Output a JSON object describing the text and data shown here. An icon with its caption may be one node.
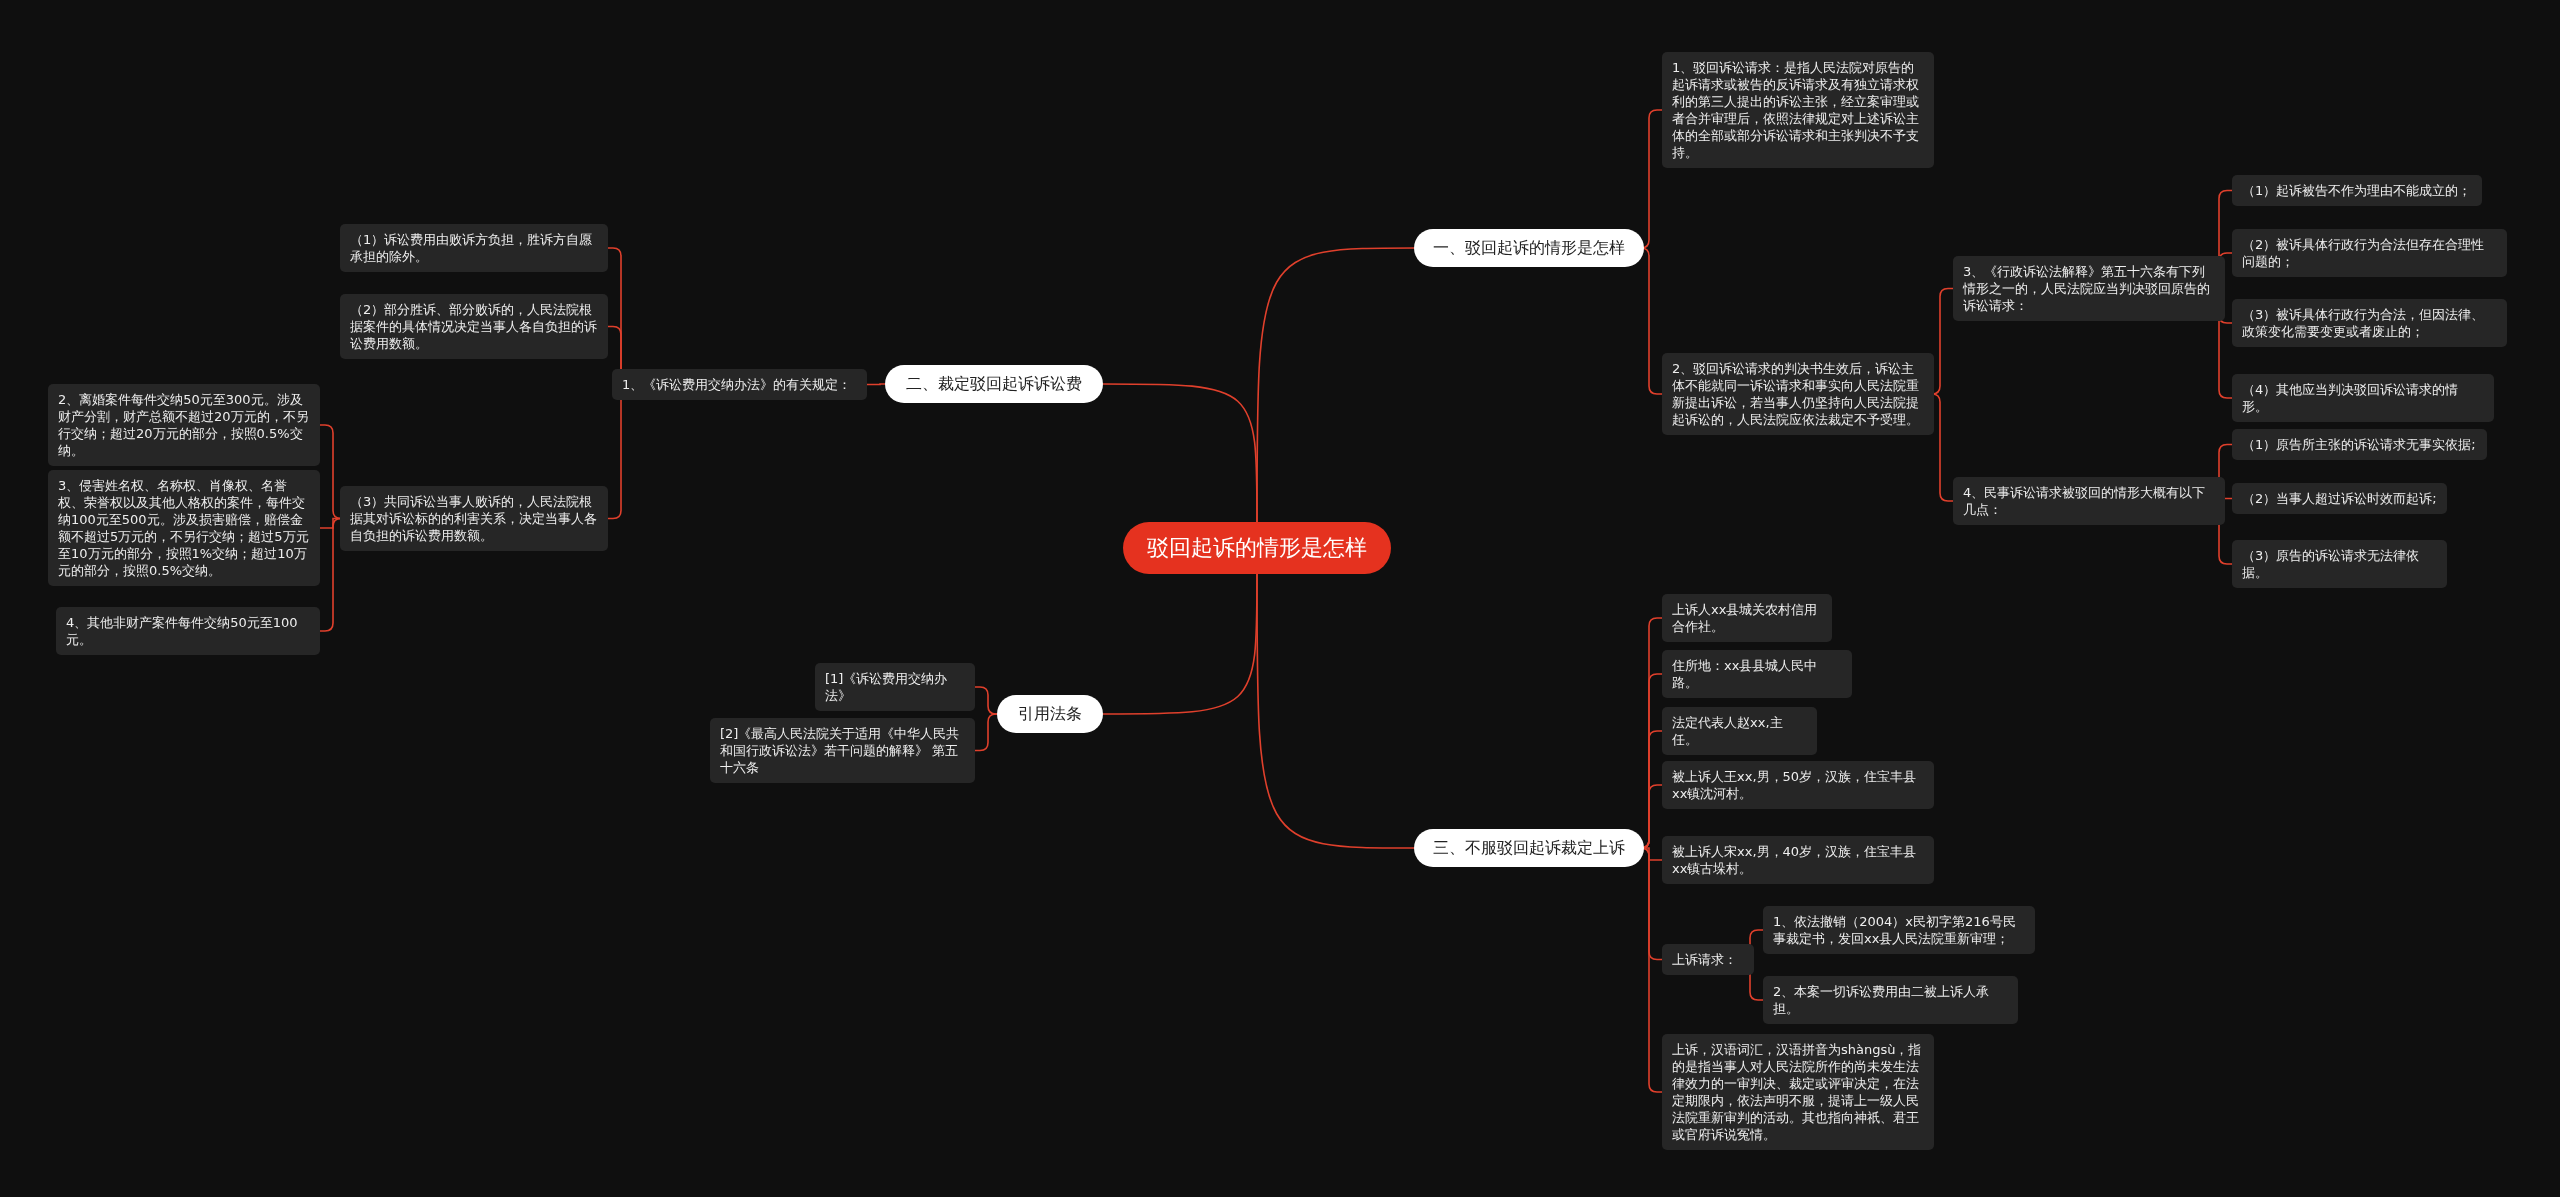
{
  "diagram": {
    "nodes": [
      {
        "text": [
          "驳回起诉的情形是怎样"
        ]
      },
      {
        "text": [
          "一、驳回起诉的情形是怎样"
        ]
      },
      {
        "text": [
          "1、驳回诉讼请求：是指人民法院对原告的起诉请求或被告的反诉请求及有独立请求权利的第三人提出的诉讼主张，经立案审理或者合并审理后，依照法律规定对上述诉讼主体的全部或部分诉讼请求和主张判决不予支持。"
        ]
      },
      {
        "text": [
          "2、驳回诉讼请求的判决书生效后，诉讼主体不能就同一诉讼请求和事实向人民法院重新提出诉讼，若当事人仍坚持向人民法院提起诉讼的，人民法院应依法裁定不予受理。"
        ]
      },
      {
        "text": [
          "3、《行政诉讼法解释》第五十六条有下列情形之一的，人民法院应当判决驳回原告的诉讼请求："
        ]
      },
      {
        "text": [
          "（1）起诉被告不作为理由不能成立的；"
        ]
      },
      {
        "text": [
          "（2）被诉具体行政行为合法但存在合理性问题的；"
        ]
      },
      {
        "text": [
          "（3）被诉具体行政行为合法，但因法律、政策变化需要变更或者废止的；"
        ]
      },
      {
        "text": [
          "（4）其他应当判决驳回诉讼请求的情形。"
        ]
      },
      {
        "text": [
          "4、民事诉讼请求被驳回的情形大概有以下几点："
        ]
      },
      {
        "text": [
          "（1）原告所主张的诉讼请求无事实依据;"
        ]
      },
      {
        "text": [
          "（2）当事人超过诉讼时效而起诉;"
        ]
      },
      {
        "text": [
          "（3）原告的诉讼请求无法律依据。"
        ]
      },
      {
        "text": [
          "三、不服驳回起诉裁定上诉"
        ]
      },
      {
        "text": [
          "上诉人xx县城关农村信用合作社。"
        ]
      },
      {
        "text": [
          "住所地：xx县县城人民中路。"
        ]
      },
      {
        "text": [
          "法定代表人赵xx,主任。"
        ]
      },
      {
        "text": [
          "被上诉人王xx,男，50岁，汉族，住宝丰县xx镇沈河村。"
        ]
      },
      {
        "text": [
          "被上诉人宋xx,男，40岁，汉族，住宝丰县xx镇古垛村。"
        ]
      },
      {
        "text": [
          "上诉请求："
        ]
      },
      {
        "text": [
          "1、依法撤销（2004）x民初字第216号民事裁定书，发回xx县人民法院重新审理；"
        ]
      },
      {
        "text": [
          "2、本案一切诉讼费用由二被上诉人承担。"
        ]
      },
      {
        "text": [
          "上诉，汉语词汇，汉语拼音为shàngsù，指的是指当事人对人民法院所作的尚未发生法律效力的一审判决、裁定或评审决定，在法定期限内，依法声明不服，提请上一级人民法院重新审判的活动。其也指向神祇、君王或官府诉说冤情。"
        ]
      },
      {
        "text": [
          "二、裁定驳回起诉诉讼费"
        ]
      },
      {
        "text": [
          "1、《诉讼费用交纳办法》的有关规定："
        ]
      },
      {
        "text": [
          "（1）诉讼费用由败诉方负担，胜诉方自愿承担的除外。"
        ]
      },
      {
        "text": [
          "（2）部分胜诉、部分败诉的，人民法院根据案件的具体情况决定当事人各自负担的诉讼费用数额。"
        ]
      },
      {
        "text": [
          "（3）共同诉讼当事人败诉的，人民法院根据其对诉讼标的的利害关系，决定当事人各自负担的诉讼费用数额。"
        ]
      },
      {
        "text": [
          "2、离婚案件每件交纳50元至300元。涉及财产分割，财产总额不超过20万元的，不另行交纳；超过20万元的部分，按照0.5%交纳。"
        ]
      },
      {
        "text": [
          "3、侵害姓名权、名称权、肖像权、名誉权、荣誉权以及其他人格权的案件，每件交纳100元至500元。涉及损害赔偿，赔偿金额不超过5万元的，不另行交纳；超过5万元至10万元的部分，按照1%交纳；超过10万元的部分，按照0.5%交纳。"
        ]
      },
      {
        "text": [
          "4、其他非财产案件每件交纳50元至100元。"
        ]
      },
      {
        "text": [
          "引用法条"
        ]
      },
      {
        "text": [
          "[1]《诉讼费用交纳办法》"
        ]
      },
      {
        "text": [
          "[2]《最高人民法院关于适用《中华人民共和国行政诉讼法》若干问题的解释》 第五十六条"
        ]
      }
    ],
    "edges": [
      {
        "from": 0,
        "to": 1,
        "arrow": "none"
      },
      {
        "from": 1,
        "to": 2,
        "arrow": "none"
      },
      {
        "from": 1,
        "to": 3,
        "arrow": "none"
      },
      {
        "from": 3,
        "to": 4,
        "arrow": "none"
      },
      {
        "from": 4,
        "to": 5,
        "arrow": "none"
      },
      {
        "from": 4,
        "to": 6,
        "arrow": "none"
      },
      {
        "from": 4,
        "to": 7,
        "arrow": "none"
      },
      {
        "from": 4,
        "to": 8,
        "arrow": "none"
      },
      {
        "from": 3,
        "to": 9,
        "arrow": "none"
      },
      {
        "from": 9,
        "to": 10,
        "arrow": "none"
      },
      {
        "from": 9,
        "to": 11,
        "arrow": "none"
      },
      {
        "from": 9,
        "to": 12,
        "arrow": "none"
      },
      {
        "from": 0,
        "to": 13,
        "arrow": "none"
      },
      {
        "from": 13,
        "to": 14,
        "arrow": "none"
      },
      {
        "from": 13,
        "to": 15,
        "arrow": "none"
      },
      {
        "from": 13,
        "to": 16,
        "arrow": "none"
      },
      {
        "from": 13,
        "to": 17,
        "arrow": "none"
      },
      {
        "from": 13,
        "to": 18,
        "arrow": "none"
      },
      {
        "from": 13,
        "to": 19,
        "arrow": "none"
      },
      {
        "from": 19,
        "to": 20,
        "arrow": "none"
      },
      {
        "from": 19,
        "to": 21,
        "arrow": "none"
      },
      {
        "from": 13,
        "to": 22,
        "arrow": "none"
      },
      {
        "from": 0,
        "to": 23,
        "arrow": "none"
      },
      {
        "from": 23,
        "to": 24,
        "arrow": "none"
      },
      {
        "from": 24,
        "to": 25,
        "arrow": "none"
      },
      {
        "from": 24,
        "to": 26,
        "arrow": "none"
      },
      {
        "from": 24,
        "to": 27,
        "arrow": "none"
      },
      {
        "from": 27,
        "to": 28,
        "arrow": "none"
      },
      {
        "from": 27,
        "to": 29,
        "arrow": "none"
      },
      {
        "from": 27,
        "to": 30,
        "arrow": "none"
      },
      {
        "from": 0,
        "to": 31,
        "arrow": "none"
      },
      {
        "from": 31,
        "to": 32,
        "arrow": "none"
      },
      {
        "from": 31,
        "to": 33,
        "arrow": "none"
      }
    ]
  }
}
